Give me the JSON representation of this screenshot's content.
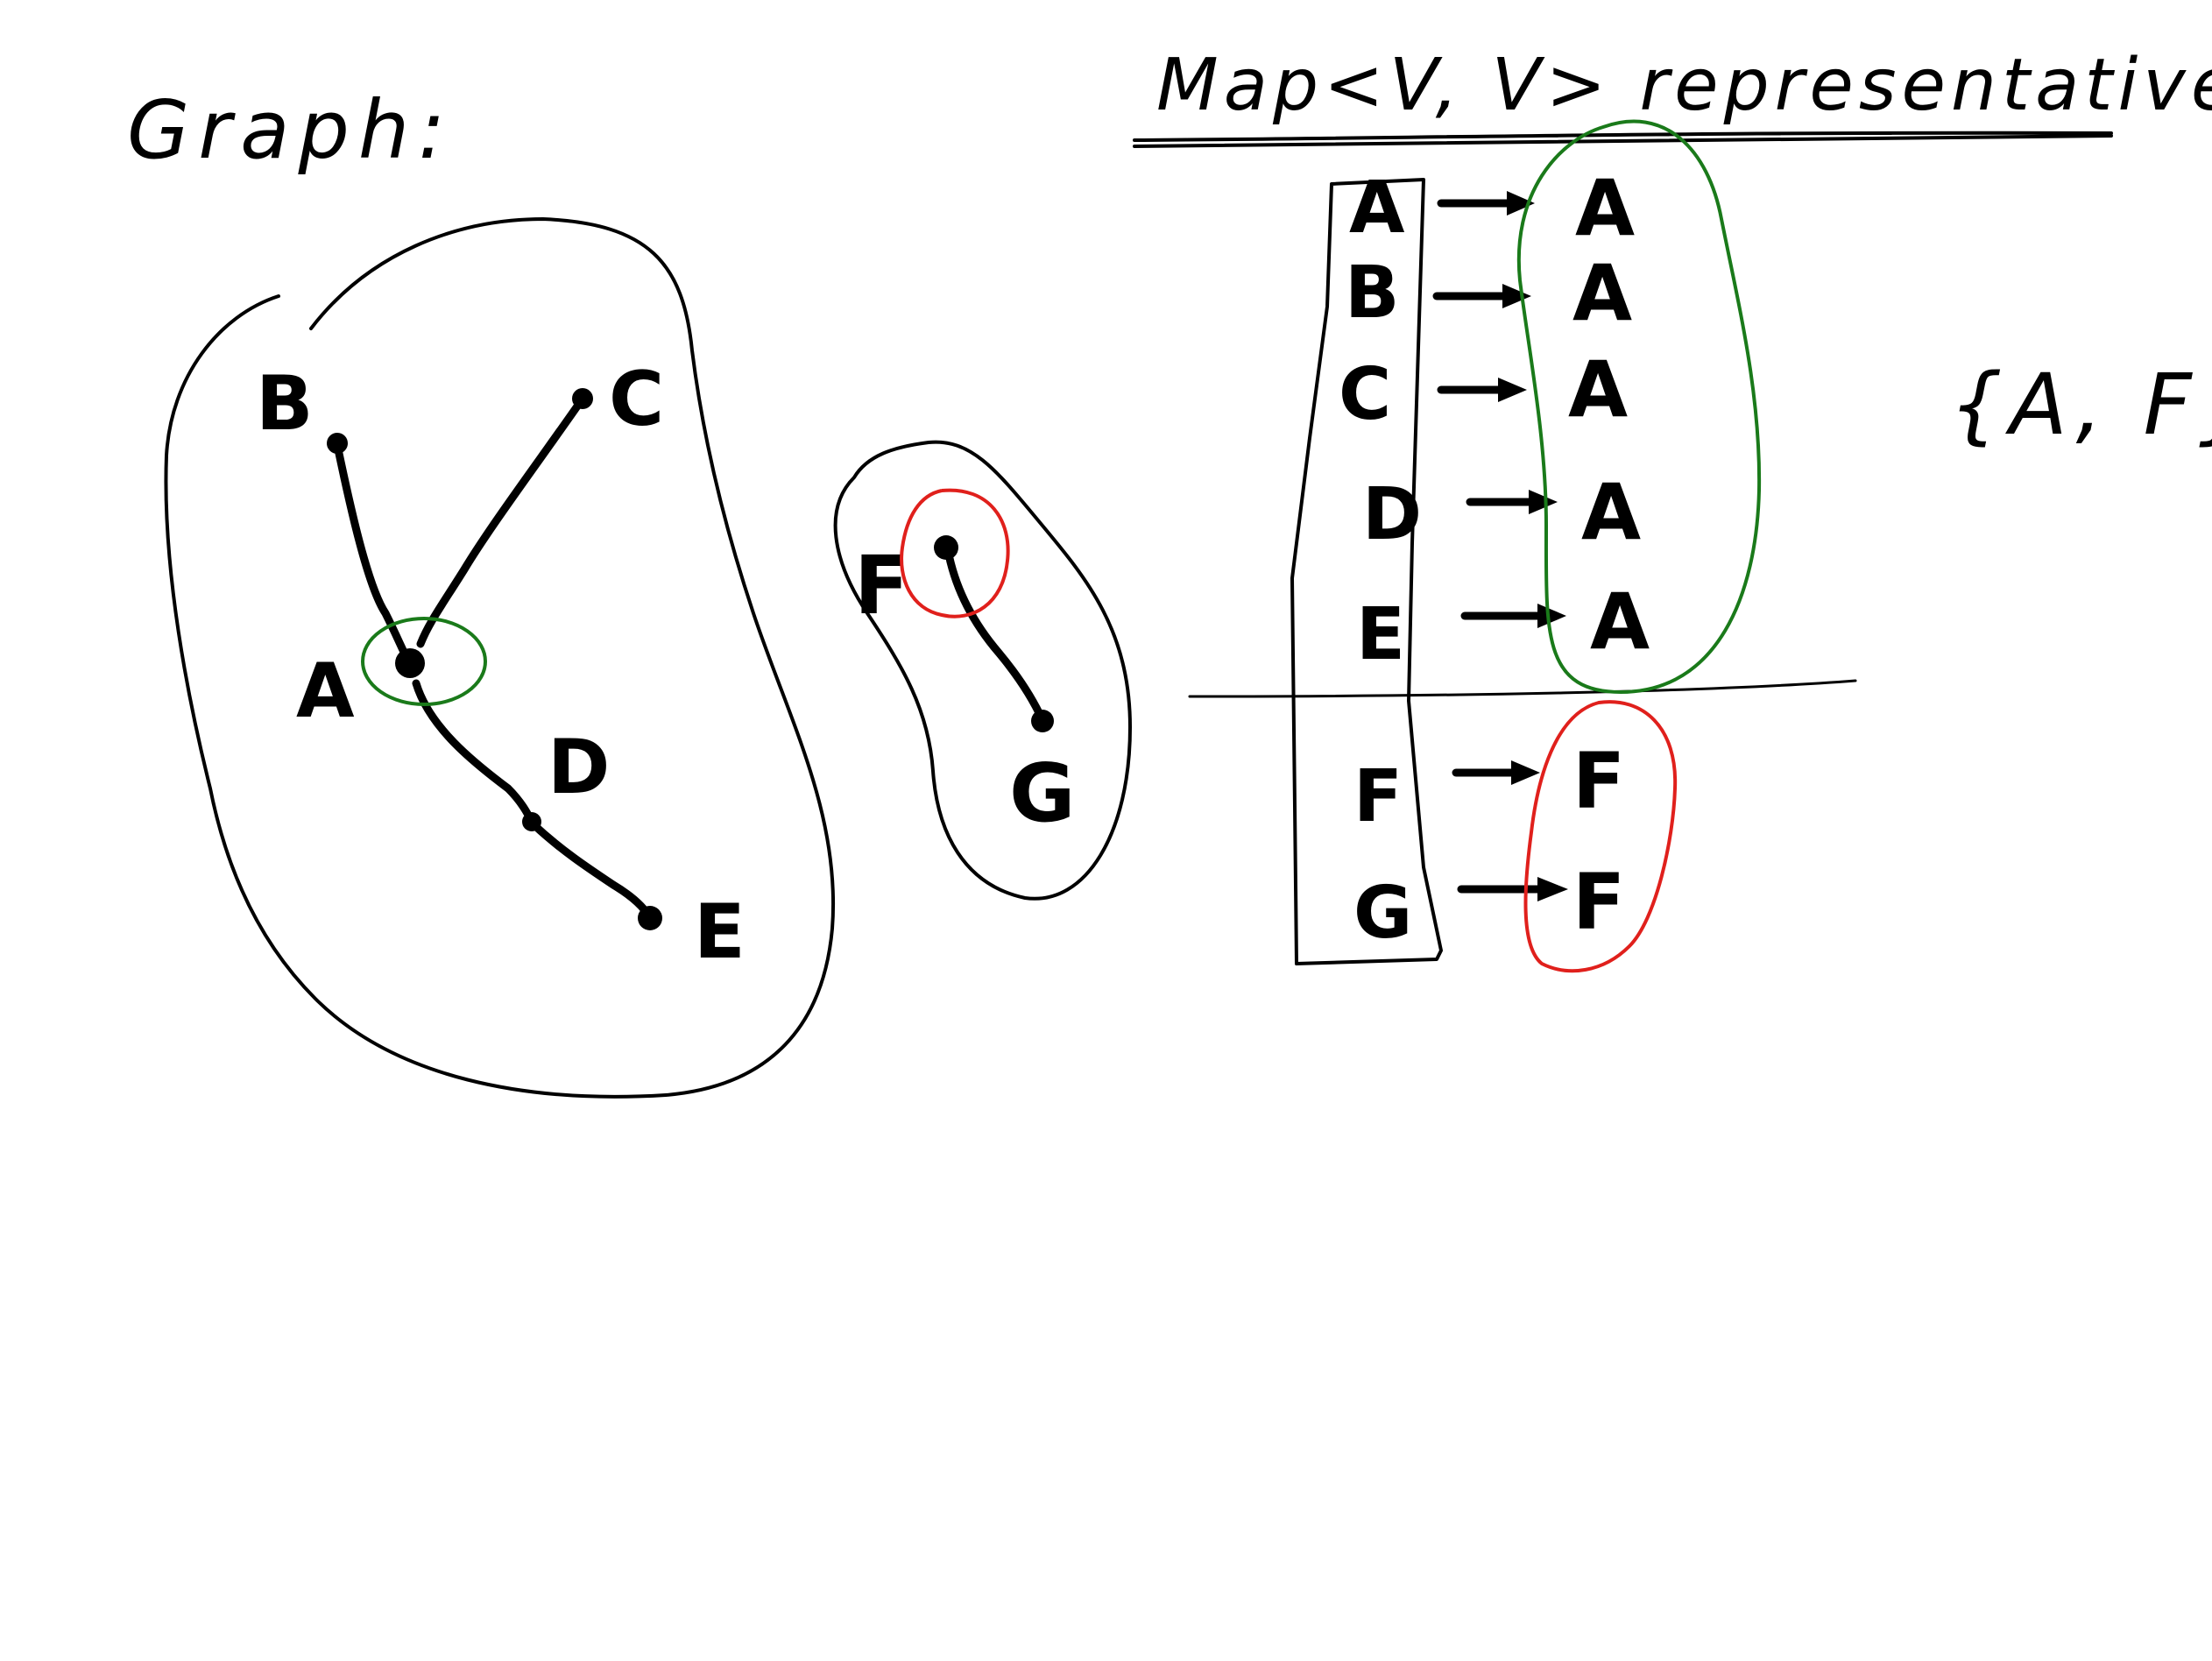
{
  "graph_label": "Graph:",
  "map_heading": "Map<V, V> representative:",
  "representatives_set": "{A, F}",
  "nodes": [
    {
      "id": "A",
      "label": "A"
    },
    {
      "id": "B",
      "label": "B"
    },
    {
      "id": "C",
      "label": "C"
    },
    {
      "id": "D",
      "label": "D"
    },
    {
      "id": "E",
      "label": "E"
    },
    {
      "id": "F",
      "label": "F"
    },
    {
      "id": "G",
      "label": "G"
    }
  ],
  "edges": [
    {
      "from": "A",
      "to": "B"
    },
    {
      "from": "A",
      "to": "C"
    },
    {
      "from": "A",
      "to": "D"
    },
    {
      "from": "D",
      "to": "E"
    },
    {
      "from": "F",
      "to": "G"
    }
  ],
  "components": [
    {
      "representative": "A",
      "members": [
        "A",
        "B",
        "C",
        "D",
        "E"
      ],
      "highlight_color": "#1a7a1a"
    },
    {
      "representative": "F",
      "members": [
        "F",
        "G"
      ],
      "highlight_color": "#e0201c"
    }
  ],
  "map_entries": [
    {
      "key": "A",
      "value": "A"
    },
    {
      "key": "B",
      "value": "A"
    },
    {
      "key": "C",
      "value": "A"
    },
    {
      "key": "D",
      "value": "A"
    },
    {
      "key": "E",
      "value": "A"
    },
    {
      "key": "F",
      "value": "F"
    },
    {
      "key": "G",
      "value": "F"
    }
  ],
  "colors": {
    "ink": "#000000",
    "green": "#1a7a1a",
    "red": "#e0201c",
    "background": "#ffffff"
  }
}
